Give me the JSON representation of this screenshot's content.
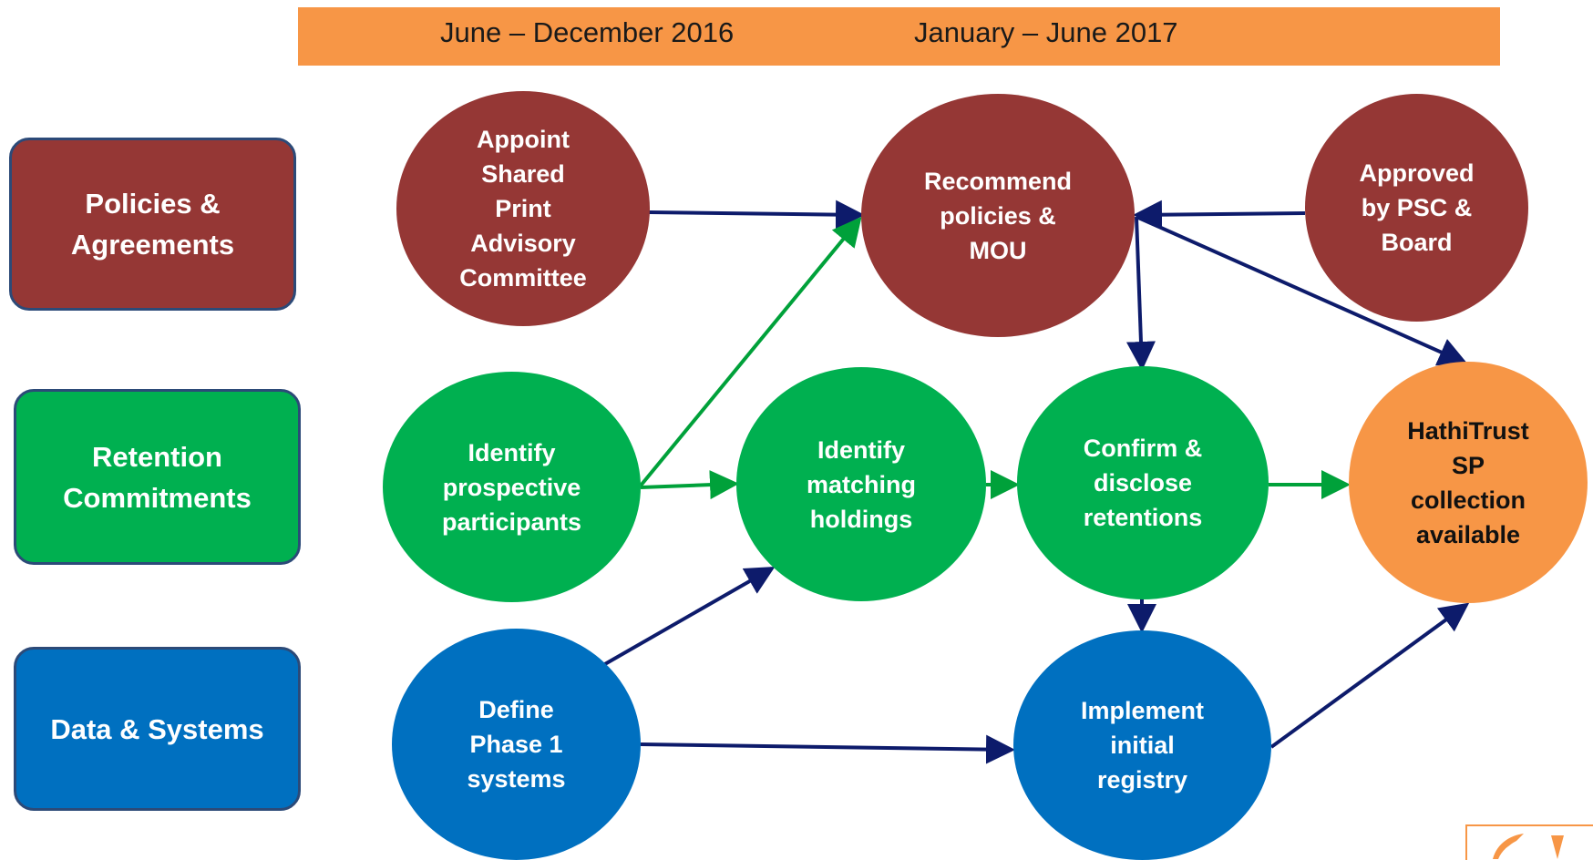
{
  "timeline": {
    "period_1": "June – December 2016",
    "period_2": "January – June 2017"
  },
  "rows": {
    "policies": "Policies &\nAgreements",
    "retention": "Retention\nCommitments",
    "data": "Data & Systems"
  },
  "nodes": {
    "appoint": "Appoint\nShared\nPrint\nAdvisory\nCommittee",
    "recommend": "Recommend\npolicies &\nMOU",
    "approved": "Approved\nby PSC &\nBoard",
    "identify_participants": "Identify\nprospective\nparticipants",
    "identify_holdings": "Identify\nmatching\nholdings",
    "confirm": "Confirm &\ndisclose\nretentions",
    "hathitrust": "HathiTrust\nSP\ncollection\navailable",
    "define": "Define\nPhase 1\nsystems",
    "implement": "Implement\ninitial\nregistry"
  },
  "colors": {
    "policies": "#953735",
    "retention": "#00b050",
    "data": "#0070c0",
    "highlight": "#f79646",
    "arrow_navy": "#0d1b6b",
    "arrow_green": "#00a13a"
  }
}
